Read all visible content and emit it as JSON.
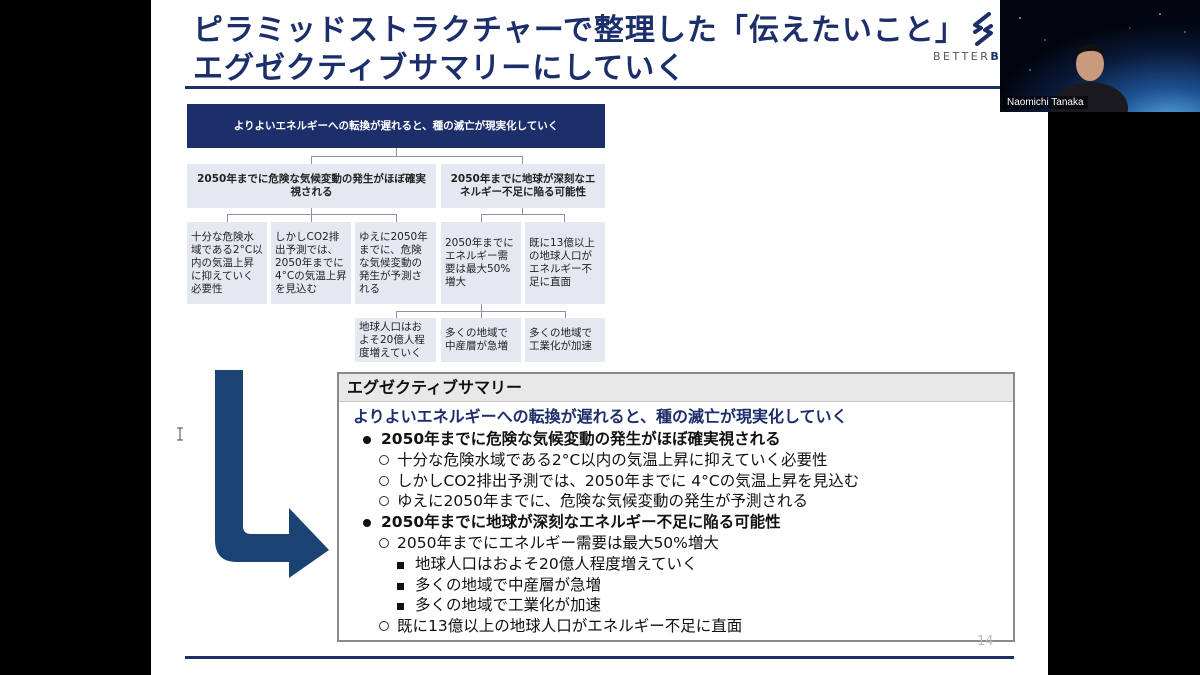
{
  "slide": {
    "title_line1": "ピラミッドストラクチャーで整理した「伝えたいこと」",
    "title_line2": "エグゼクティブサマリーにしていく",
    "logo_text_a": "BETTER",
    "logo_text_b": "BO",
    "page_number": "14"
  },
  "pyramid": {
    "root": "よりよいエネルギーへの転換が遅れると、種の滅亡が現実化していく",
    "branch_a": "2050年までに危険な気候変動の発生がほぼ確実視される",
    "branch_b": "2050年までに地球が深刻なエネルギー不足に陥る可能性",
    "a1": "十分な危険水域である2°C以内の気温上昇に抑えていく必要性",
    "a2": "しかしCO2排出予測では、2050年までに4°Cの気温上昇を見込む",
    "a3": "ゆえに2050年までに、危険な気候変動の発生が予測される",
    "b1": "2050年までにエネルギー需要は最大50%増大",
    "b2": "既に13億以上の地球人口がエネルギー不足に直面",
    "b1a": "地球人口はおよそ20億人程度増えていく",
    "b1b": "多くの地域で中産層が急増",
    "b1c": "多くの地域で工業化が加速"
  },
  "summary": {
    "header": "エグゼクティブサマリー",
    "lead": "よりよいエネルギーへの転換が遅れると、種の滅亡が現実化していく",
    "items": [
      {
        "level": 1,
        "text": "2050年までに危険な気候変動の発生がほぼ確実視される"
      },
      {
        "level": 2,
        "text": "十分な危険水域である2°C以内の気温上昇に抑えていく必要性"
      },
      {
        "level": 2,
        "text": "しかしCO2排出予測では、2050年までに 4°Cの気温上昇を見込む"
      },
      {
        "level": 2,
        "text": "ゆえに2050年までに、危険な気候変動の発生が予測される"
      },
      {
        "level": 1,
        "text": "2050年までに地球が深刻なエネルギー不足に陥る可能性"
      },
      {
        "level": 2,
        "text": "2050年までにエネルギー需要は最大50%増大"
      },
      {
        "level": 3,
        "text": "地球人口はおよそ20億人程度増えていく"
      },
      {
        "level": 3,
        "text": "多くの地域で中産層が急増"
      },
      {
        "level": 3,
        "text": "多くの地域で工業化が加速"
      },
      {
        "level": 2,
        "text": "既に13億以上の地球人口がエネルギー不足に直面"
      }
    ]
  },
  "participant": {
    "name": "Naomichi Tanaka"
  },
  "colors": {
    "navy": "#1d2f6b",
    "box_fill": "#e4e8f0",
    "arrow": "#1a4273"
  }
}
